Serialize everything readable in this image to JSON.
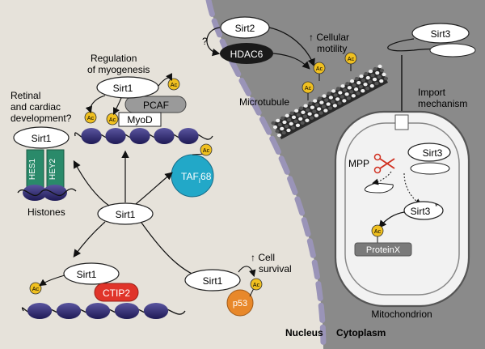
{
  "labels": {
    "sirt2": "Sirt2",
    "hdac6": "HDAC6",
    "question": "?",
    "cellular_motility_1": "↑ Cellular",
    "cellular_motility_2": "motility",
    "microtubule": "Microtubule",
    "sirt3_top": "Sirt3",
    "import_1": "Import",
    "import_2": "mechanism",
    "reg_1": "Regulation",
    "reg_2": "of myogenesis",
    "sirt1_myo": "Sirt1",
    "pcaf": "PCAF",
    "myod": "MyoD",
    "retinal_1": "Retinal",
    "retinal_2": "and cardiac",
    "retinal_3": "development?",
    "sirt1_ret": "Sirt1",
    "hes1": "HES1",
    "hey2": "HEY2",
    "histones": "Histones",
    "taf_main": "TAF",
    "taf_sub": "I",
    "taf_num": "68",
    "sirt1_center": "Sirt1",
    "sirt1_ctip": "Sirt1",
    "ctip2": "CTIP2",
    "sirt1_p53": "Sirt1",
    "p53": "p53",
    "cell_survival_1": "↑ Cell",
    "cell_survival_2": "survival",
    "mpp": "MPP",
    "sirt3_mito": "Sirt3",
    "sirt3_star": "Sirt3",
    "sirt3_star_mark": "*",
    "proteinx": "ProteinX",
    "mitochondrion": "Mitochondrion",
    "nucleus": "Nucleus",
    "cytoplasm": "Cytoplasm",
    "ac": "Ac"
  },
  "colors": {
    "cytoplasm_bg": "#8a8a8a",
    "nucleus_bg": "#e6e2da",
    "envelope": "#9a94b8",
    "histone": "#2f2a6e",
    "hes_green": "#2a8a6a",
    "taf_cyan": "#22a8c8",
    "ctip_red": "#e0342a",
    "p53_orange": "#e8882a",
    "ac_yellow": "#f0c020",
    "pcaf_gray": "#9a9a9a",
    "hdac_black": "#1a1a1a",
    "mito_fill": "#f2f2f2",
    "proteinx_gray": "#7a7a7a"
  }
}
